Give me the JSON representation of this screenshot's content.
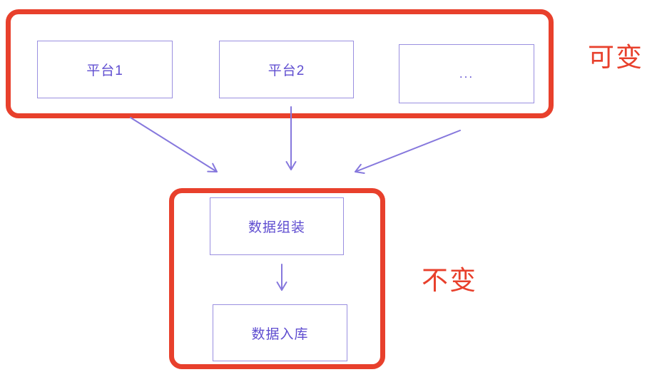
{
  "diagram": {
    "title_hint": "platform data ingestion flow",
    "top_group": {
      "label": "可变",
      "nodes": [
        {
          "id": "platform-1",
          "label": "平台1"
        },
        {
          "id": "platform-2",
          "label": "平台2"
        },
        {
          "id": "platform-more",
          "label": "..."
        }
      ]
    },
    "bottom_group": {
      "label": "不变",
      "nodes": [
        {
          "id": "data-assembly",
          "label": "数据组装"
        },
        {
          "id": "data-storage",
          "label": "数据入库"
        }
      ]
    },
    "arrows": [
      {
        "from": "platform-1",
        "to": "data-assembly"
      },
      {
        "from": "platform-2",
        "to": "data-assembly"
      },
      {
        "from": "platform-more",
        "to": "data-assembly"
      },
      {
        "from": "data-assembly",
        "to": "data-storage"
      }
    ],
    "colors": {
      "group_border_red": "#e8402c",
      "label_red": "#e8402c",
      "node_border_purple": "#9a8fe0",
      "node_text_purple": "#5f4dd0",
      "arrow_purple": "#8678dd",
      "background": "#ffffff"
    }
  }
}
